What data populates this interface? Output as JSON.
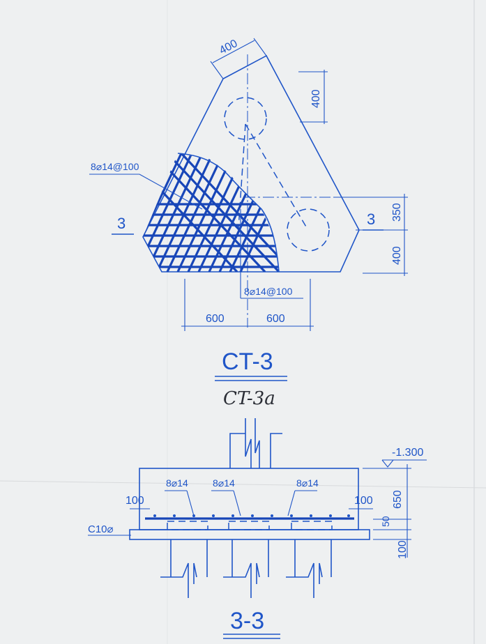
{
  "plan": {
    "dim_top_width": "400",
    "dim_top_height": "400",
    "rebar_label_upper": "8⌀14@100",
    "rebar_label_lower": "8⌀14@100",
    "section_mark_left": "3",
    "section_mark_right": "3",
    "dim_right_upper": "350",
    "dim_right_lower": "400",
    "dim_bottom_left": "600",
    "dim_bottom_right": "600",
    "title": "CT-3",
    "handwritten_note": "CT-3a"
  },
  "section": {
    "elevation_label": "-1.300",
    "rebar_label_1": "8⌀14",
    "rebar_label_2": "8⌀14",
    "rebar_label_3": "8⌀14",
    "cover_left": "100",
    "cover_right": "100",
    "dim_650": "650",
    "dim_50": "50",
    "dim_100": "100",
    "concrete_label": "C10⌀",
    "title": "3-3"
  },
  "colors": {
    "ink": "#1f55c8",
    "paper": "#eef0f1",
    "pencil": "#2a2d35"
  }
}
